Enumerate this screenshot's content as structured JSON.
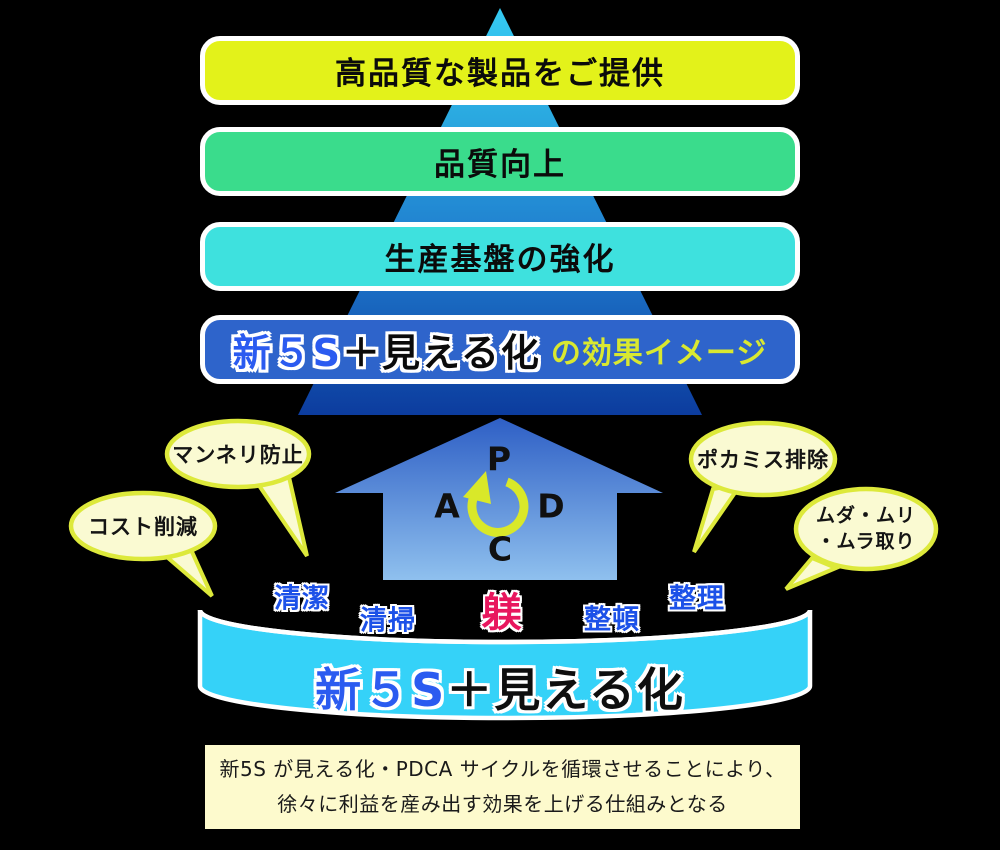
{
  "title_bars": {
    "bar1": {
      "label": "高品質な製品をご提供",
      "color": "#e3f21a"
    },
    "bar2": {
      "label": "品質向上",
      "color": "#3adc8c"
    },
    "bar3": {
      "label": "生産基盤の強化",
      "color": "#3ee1de"
    },
    "bar4": {
      "part_new5s": "新５S",
      "part_mieruka": "＋見える化",
      "part_effect": "の効果イメージ",
      "color": "#2e64cb"
    }
  },
  "pdca": {
    "p": "P",
    "d": "D",
    "c": "C",
    "a": "A"
  },
  "bubbles": {
    "mannneri": {
      "label": "マンネリ防止"
    },
    "cost": {
      "label": "コスト削減"
    },
    "pokamisu": {
      "label": "ポカミス排除"
    },
    "muda": {
      "line1": "ムダ・ムリ",
      "line2": "・ムラ取り"
    }
  },
  "cylinder": {
    "words": [
      {
        "label": "清潔"
      },
      {
        "label": "清掃"
      },
      {
        "label": "躾"
      },
      {
        "label": "整頓"
      },
      {
        "label": "整理"
      }
    ],
    "body_part1": "新５S",
    "body_part2": "＋見える化"
  },
  "caption": {
    "line1": "新5S が見える化・PDCA サイクルを循環させることにより、",
    "line2": "徐々に利益を産み出す効果を上げる仕組みとなる"
  },
  "colors": {
    "background": "#000000",
    "bar1": "#e3f21a",
    "bar2": "#3adc8c",
    "bar3": "#3ee1de",
    "bar4": "#2e64cb",
    "pyramid_top": "#35caf2",
    "pyramid_bottom": "#0c3c9e",
    "arrow_top": "#2e5fc5",
    "arrow_bottom": "#8fc0ee",
    "cylinder_fill": "#35d2f8",
    "bubble_fill": "#fafad2",
    "bubble_border": "#dde93b",
    "caption_bg": "#fdfacd",
    "text_blue": "#2b5bf0",
    "text_magenta": "#e8175e",
    "text_yellow_green": "#d9e830",
    "pdca_cycle_arrow": "#d9e829"
  }
}
